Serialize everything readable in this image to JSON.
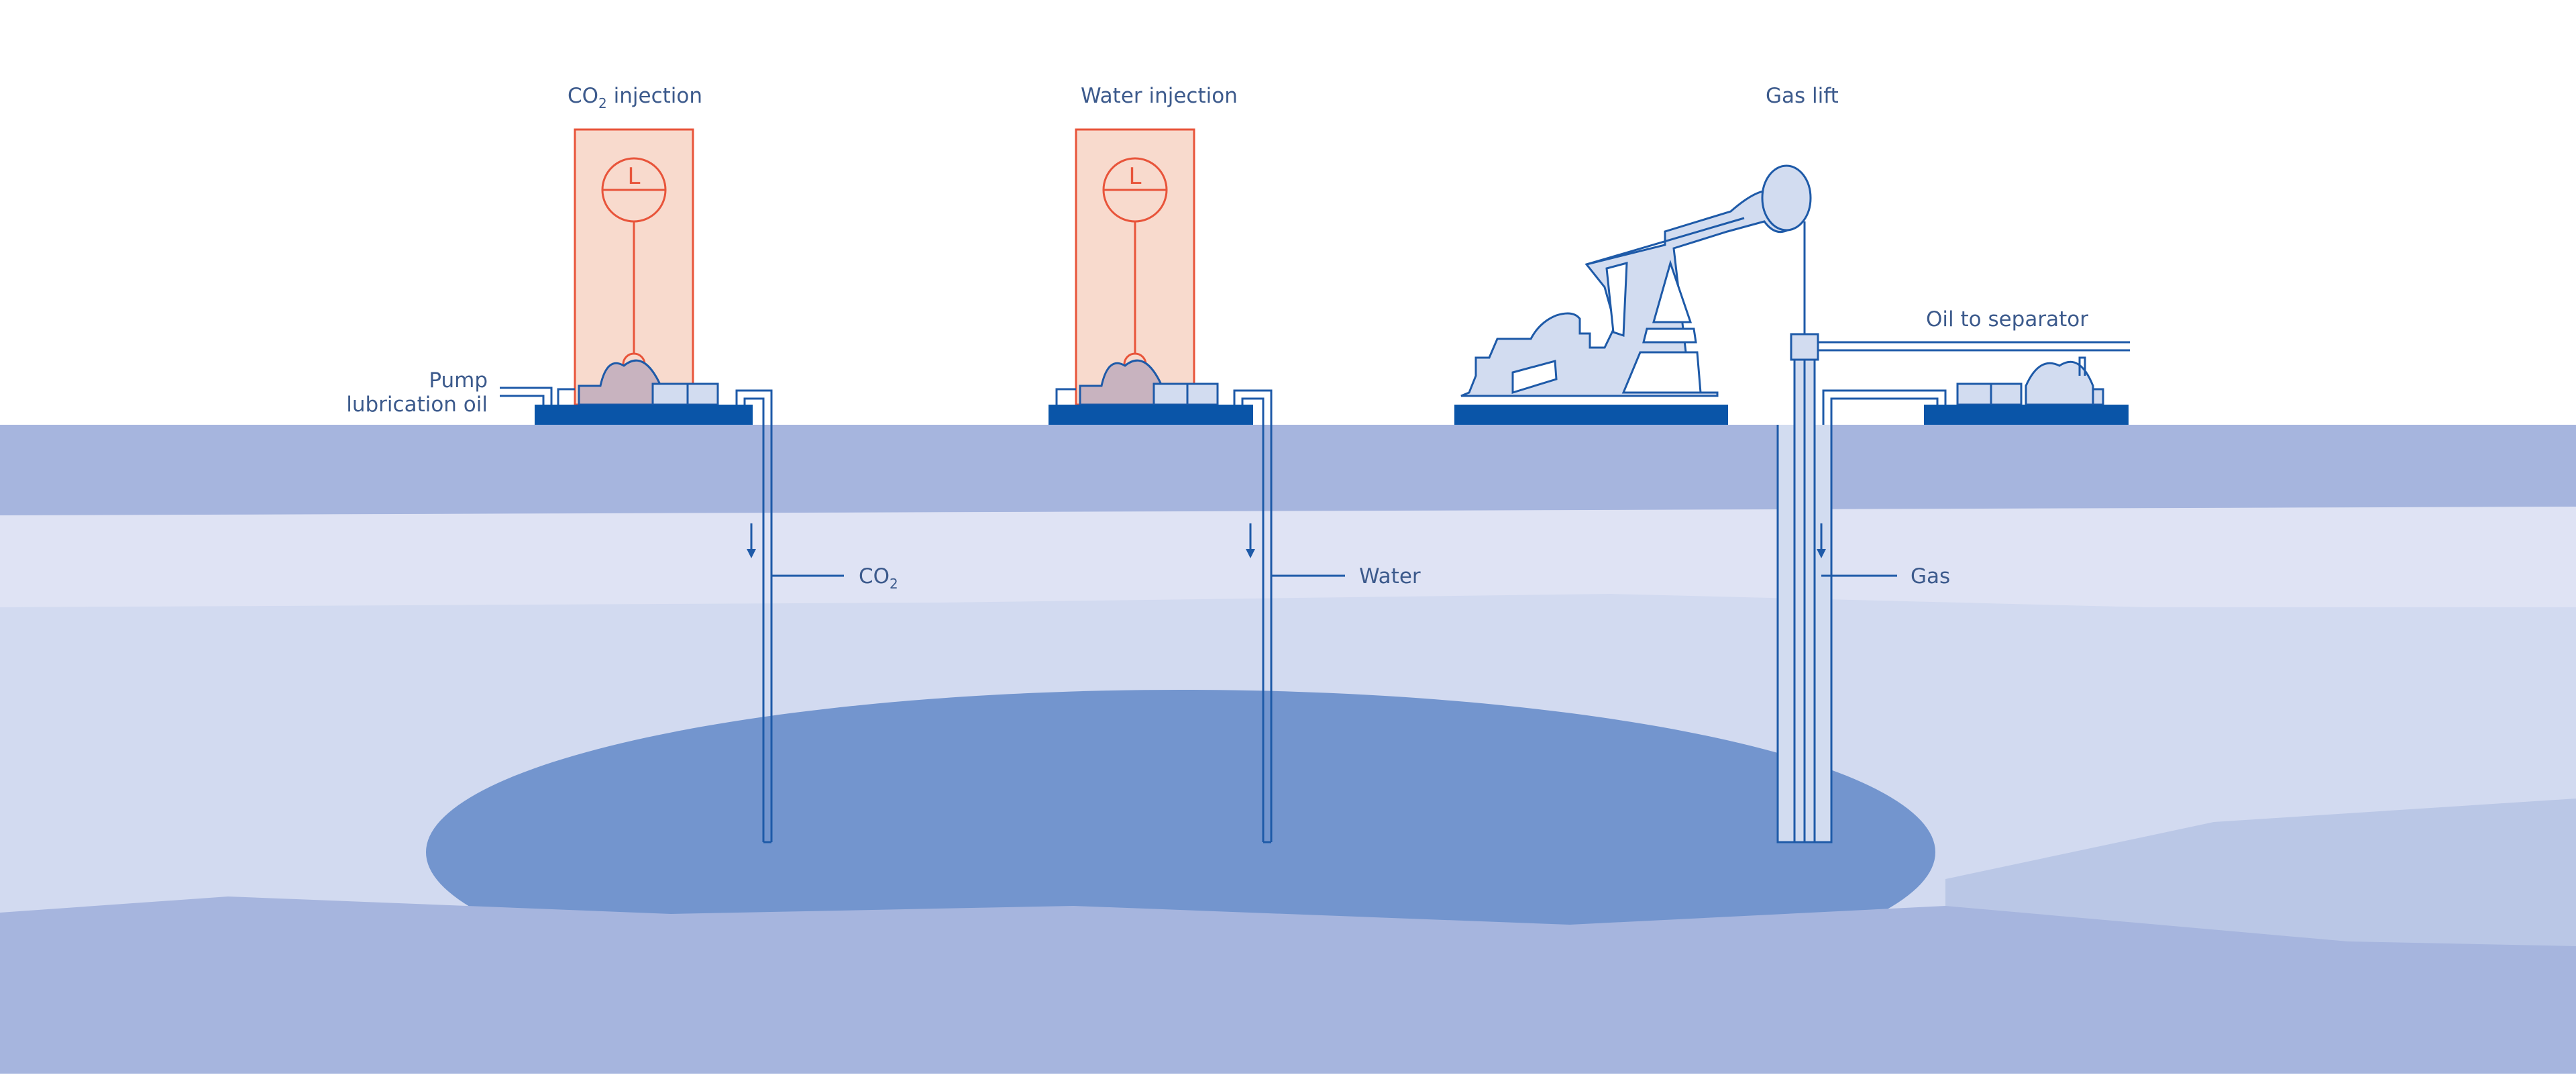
{
  "labels": {
    "co2_injection_main": "CO",
    "co2_injection_sub": "2",
    "co2_injection_rest": " injection",
    "water_injection": "Water injection",
    "gas_lift": "Gas lift",
    "pump_line1": "Pump",
    "pump_line2": "lubrication oil",
    "oil_to_separator": "Oil to separator",
    "co2_flow_main": "CO",
    "co2_flow_sub": "2",
    "water_flow": "Water",
    "gas_flow": "Gas"
  },
  "icons": {
    "level_gauge_symbol": "L"
  },
  "colors": {
    "pipe": "#1e5aa8",
    "base": "#0a55a8",
    "equipment_fill": "#d2dcf0",
    "tank_fill": "#f8dacd",
    "tank_stroke": "#e8543a",
    "ground_top": "#a6b5de",
    "layer_light": "#dfe3f4",
    "layer_mid": "#d2daf0",
    "reservoir": "#7395ce",
    "bottom_layer": "#a6b5de",
    "text": "#3c5a8c"
  }
}
